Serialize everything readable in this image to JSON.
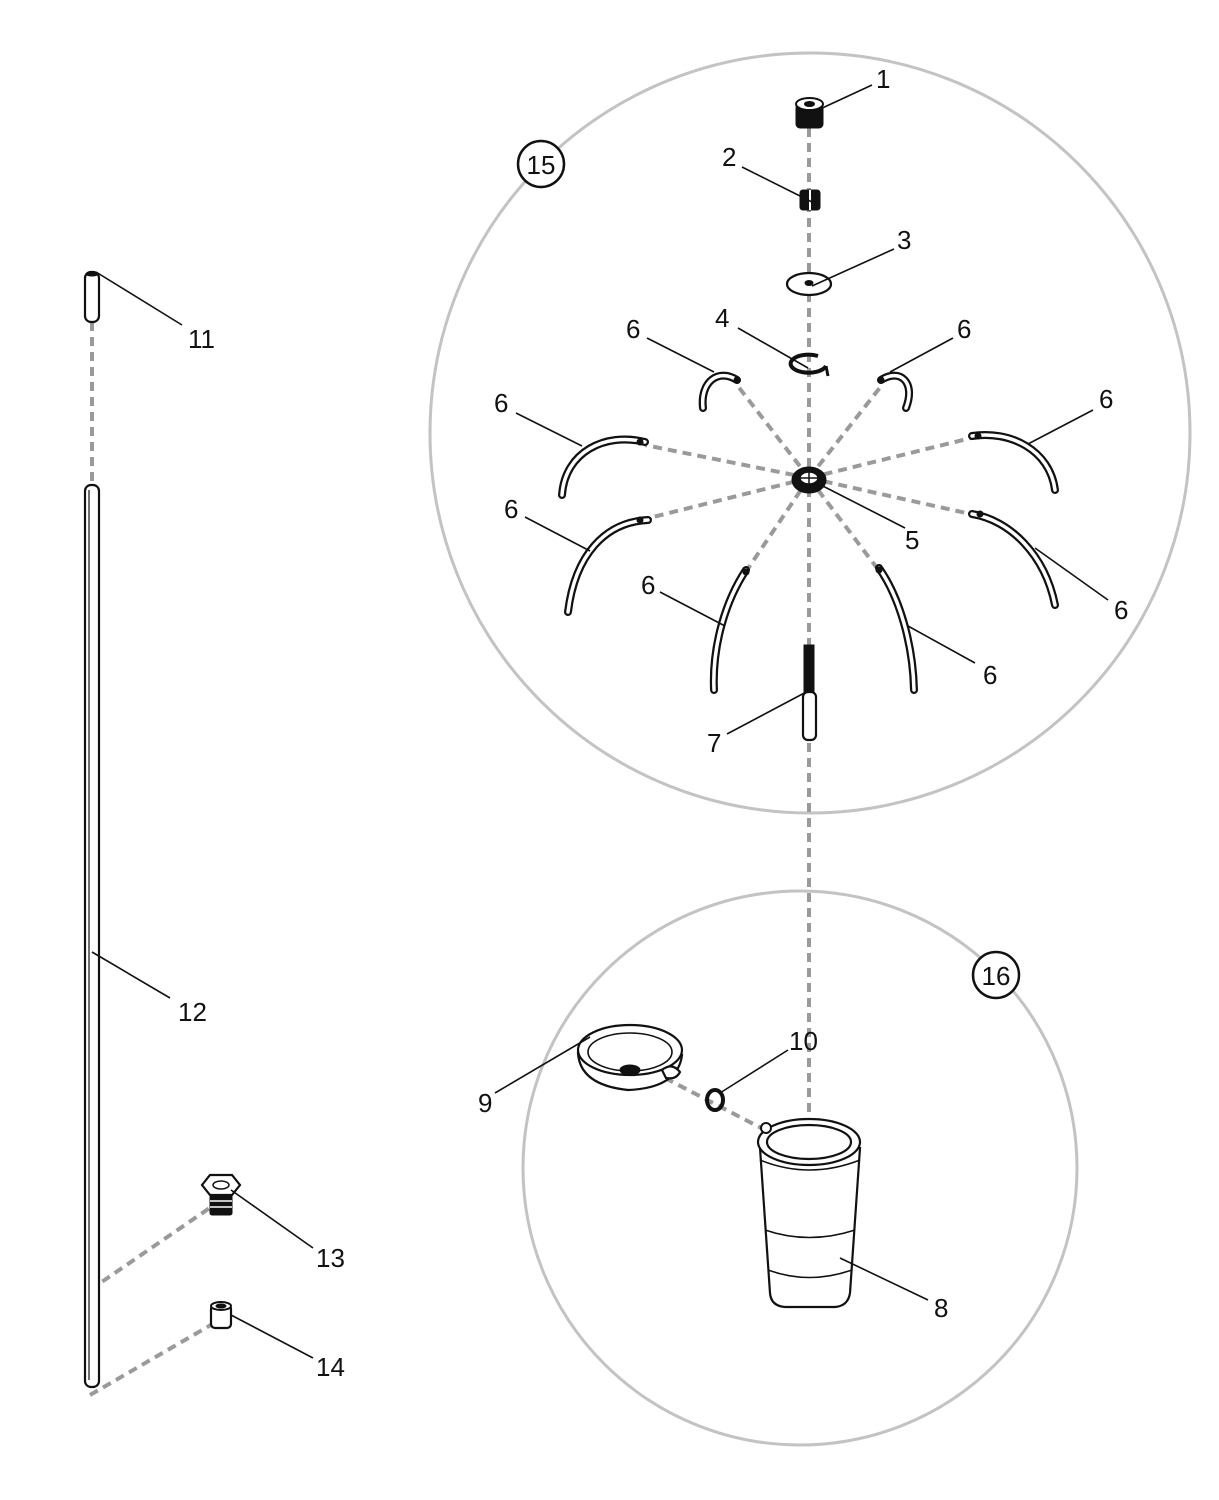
{
  "callouts": {
    "detail_a": "15",
    "detail_b": "16"
  },
  "labels": {
    "p1": "1",
    "p2": "2",
    "p3": "3",
    "p4": "4",
    "p5": "5",
    "p6": "6",
    "p7": "7",
    "p8": "8",
    "p9": "9",
    "p10": "10",
    "p11": "11",
    "p12": "12",
    "p13": "13",
    "p14": "14"
  }
}
